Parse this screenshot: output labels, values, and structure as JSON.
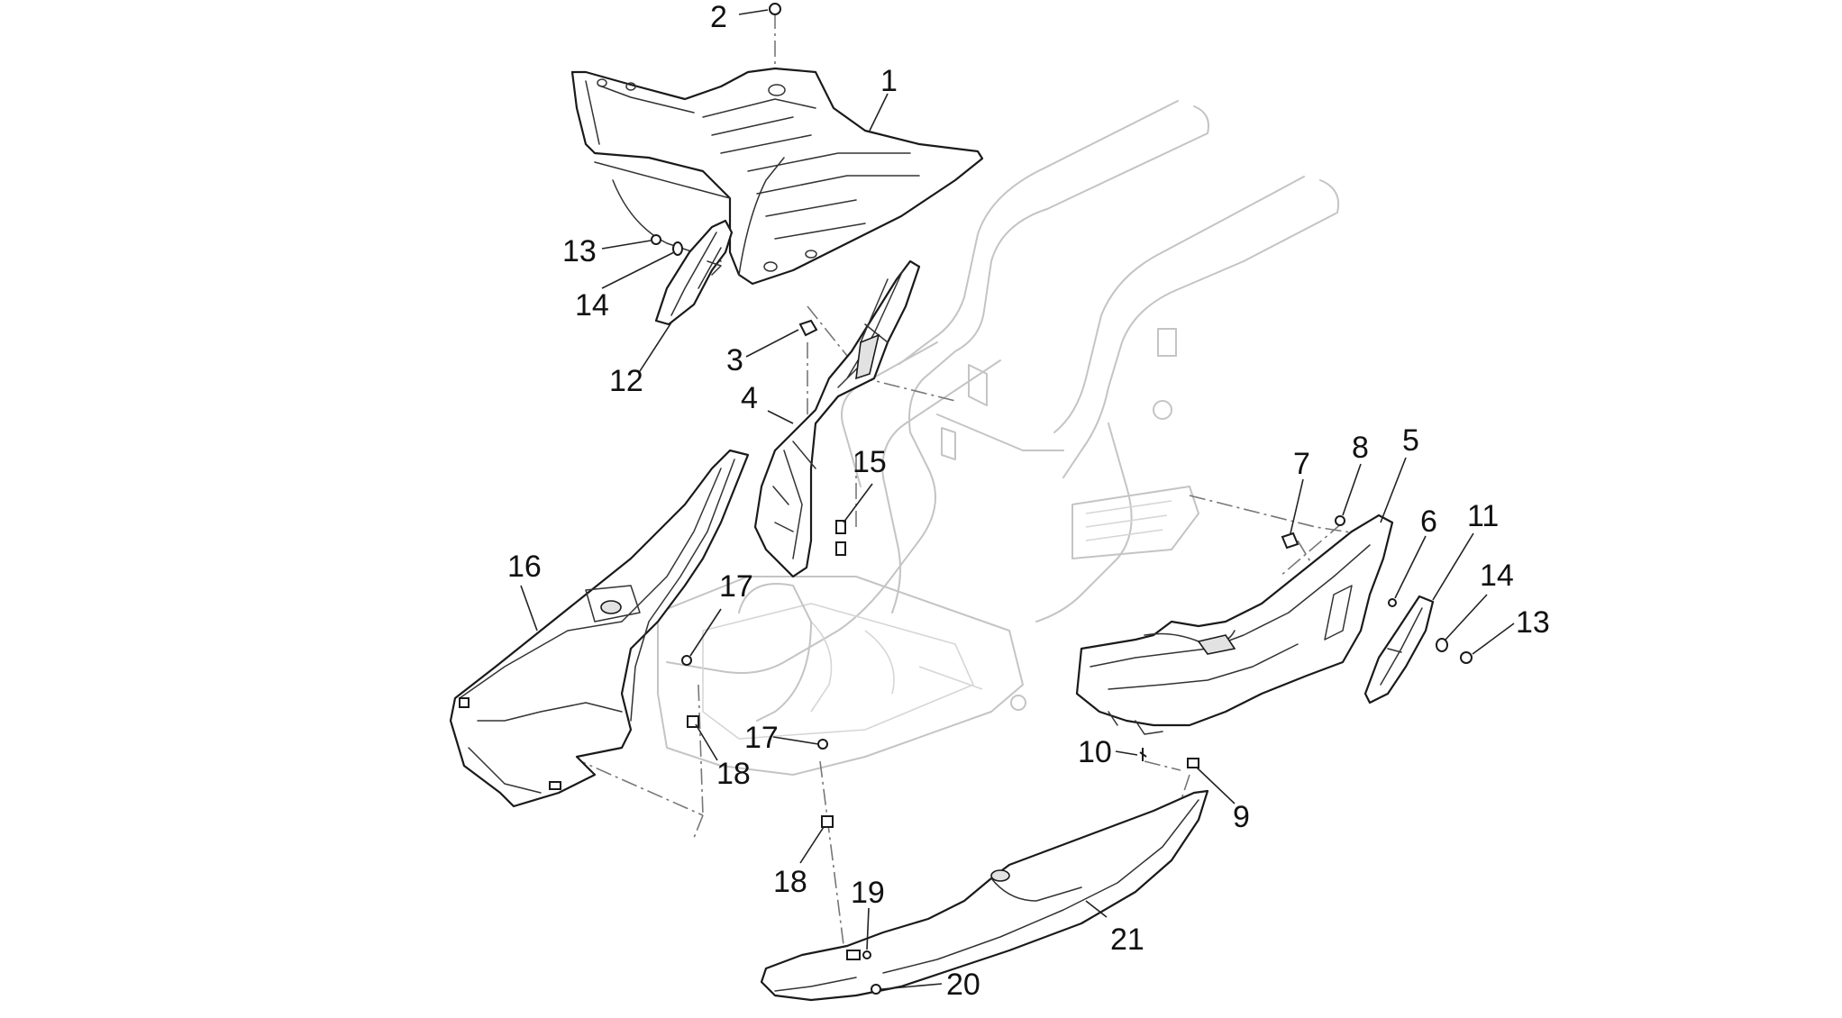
{
  "diagram": {
    "callouts": [
      {
        "id": "c2",
        "text": "2"
      },
      {
        "id": "c1",
        "text": "1"
      },
      {
        "id": "c13a",
        "text": "13"
      },
      {
        "id": "c14a",
        "text": "14"
      },
      {
        "id": "c12",
        "text": "12"
      },
      {
        "id": "c3",
        "text": "3"
      },
      {
        "id": "c4",
        "text": "4"
      },
      {
        "id": "c15",
        "text": "15"
      },
      {
        "id": "c16",
        "text": "16"
      },
      {
        "id": "c17a",
        "text": "17"
      },
      {
        "id": "c17b",
        "text": "17"
      },
      {
        "id": "c18a",
        "text": "18"
      },
      {
        "id": "c18b",
        "text": "18"
      },
      {
        "id": "c19",
        "text": "19"
      },
      {
        "id": "c20",
        "text": "20"
      },
      {
        "id": "c21",
        "text": "21"
      },
      {
        "id": "c7",
        "text": "7"
      },
      {
        "id": "c8",
        "text": "8"
      },
      {
        "id": "c5",
        "text": "5"
      },
      {
        "id": "c6",
        "text": "6"
      },
      {
        "id": "c11",
        "text": "11"
      },
      {
        "id": "c14b",
        "text": "14"
      },
      {
        "id": "c13b",
        "text": "13"
      },
      {
        "id": "c10",
        "text": "10"
      },
      {
        "id": "c9",
        "text": "9"
      }
    ]
  }
}
